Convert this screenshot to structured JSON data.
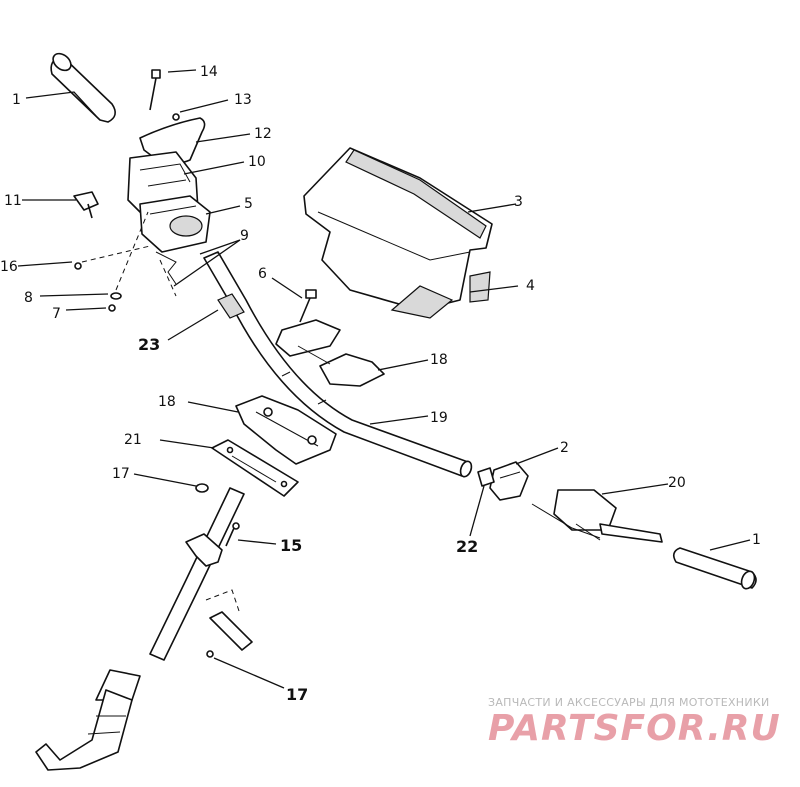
{
  "callouts": [
    {
      "id": "c1a",
      "text": "1",
      "bold": false
    },
    {
      "id": "c14",
      "text": "14",
      "bold": false
    },
    {
      "id": "c13",
      "text": "13",
      "bold": false
    },
    {
      "id": "c12",
      "text": "12",
      "bold": false
    },
    {
      "id": "c10",
      "text": "10",
      "bold": false
    },
    {
      "id": "c11",
      "text": "11",
      "bold": false
    },
    {
      "id": "c5",
      "text": "5",
      "bold": false
    },
    {
      "id": "c9",
      "text": "9",
      "bold": false
    },
    {
      "id": "c16",
      "text": "16",
      "bold": false
    },
    {
      "id": "c8",
      "text": "8",
      "bold": false
    },
    {
      "id": "c7",
      "text": "7",
      "bold": false
    },
    {
      "id": "c6",
      "text": "6",
      "bold": false
    },
    {
      "id": "c3",
      "text": "3",
      "bold": false
    },
    {
      "id": "c4",
      "text": "4",
      "bold": false
    },
    {
      "id": "c23",
      "text": "23",
      "bold": true
    },
    {
      "id": "c18a",
      "text": "18",
      "bold": false
    },
    {
      "id": "c18b",
      "text": "18",
      "bold": false
    },
    {
      "id": "c19",
      "text": "19",
      "bold": false
    },
    {
      "id": "c21",
      "text": "21",
      "bold": false
    },
    {
      "id": "c2",
      "text": "2",
      "bold": false
    },
    {
      "id": "c17a",
      "text": "17",
      "bold": false
    },
    {
      "id": "c20",
      "text": "20",
      "bold": false
    },
    {
      "id": "c15",
      "text": "15",
      "bold": true
    },
    {
      "id": "c22",
      "text": "22",
      "bold": true
    },
    {
      "id": "c1b",
      "text": "1",
      "bold": false
    },
    {
      "id": "c17b",
      "text": "17",
      "bold": true
    }
  ],
  "watermark": {
    "tagline": "ЗАПЧАСТИ И АКСЕССУАРЫ ДЛЯ МОТОТЕХНИКИ",
    "brand": "PARTSFOR.RU"
  }
}
